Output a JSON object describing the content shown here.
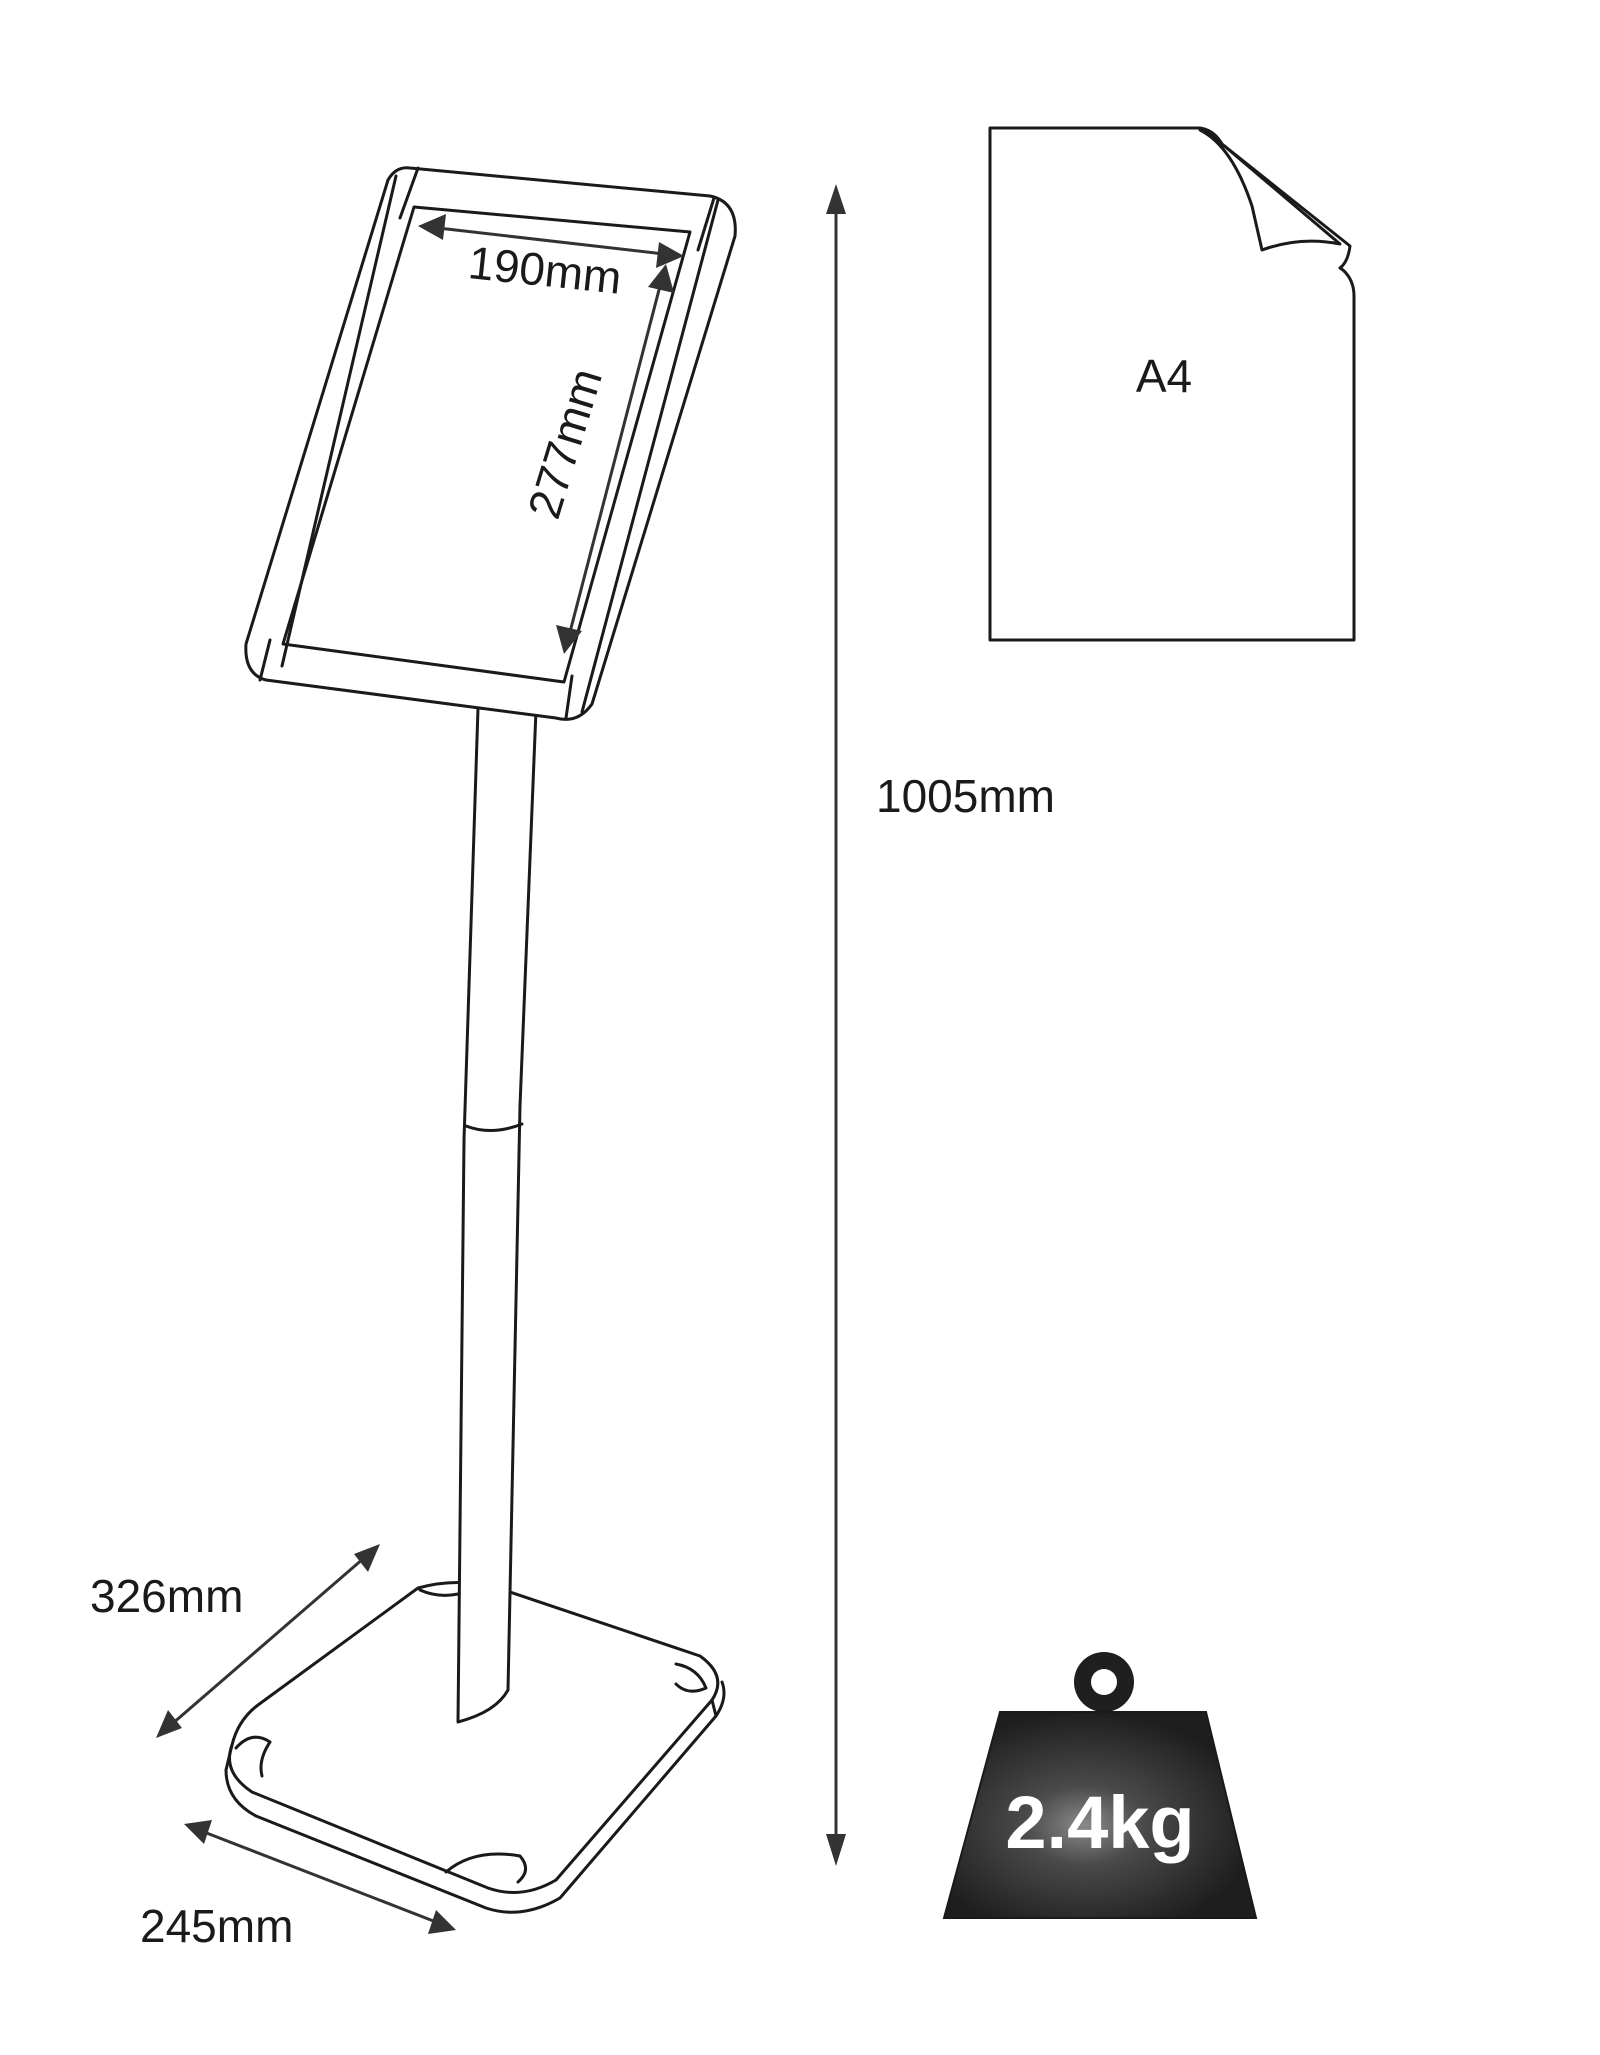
{
  "dimensions": {
    "frame_width": "190mm",
    "frame_height": "277mm",
    "total_height": "1005mm",
    "base_depth": "326mm",
    "base_width": "245mm"
  },
  "paper": {
    "size_label": "A4"
  },
  "weight": {
    "label": "2.4kg"
  },
  "colors": {
    "line": "#1a1a1a",
    "weight_fill": "#2b2b2b",
    "weight_text": "#ffffff"
  },
  "icons": [
    "a4-paper-icon",
    "weight-icon"
  ]
}
